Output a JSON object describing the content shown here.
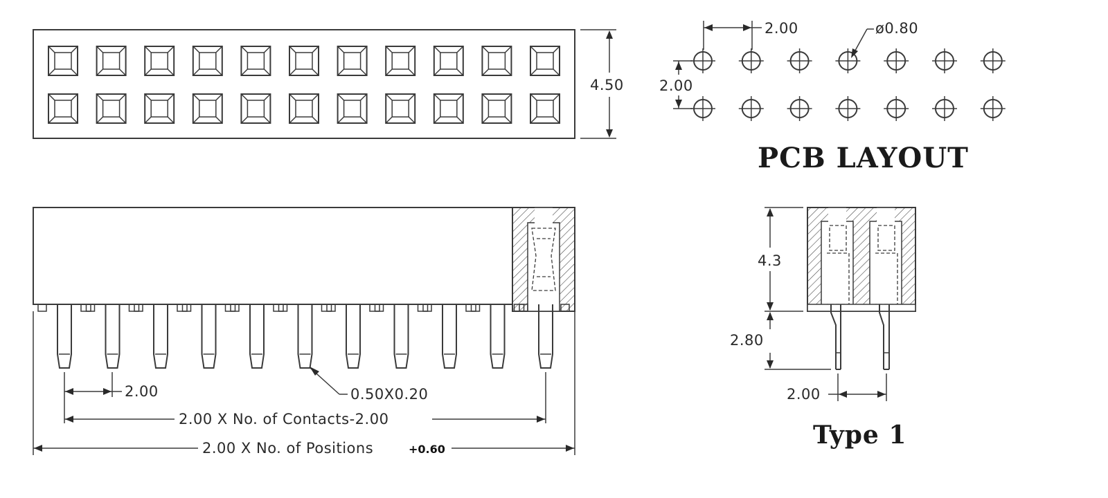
{
  "top_view": {
    "width_dim": "4.50",
    "cavity_rows": 2,
    "cavity_cols": 11
  },
  "pcb_layout": {
    "title": "PCB LAYOUT",
    "pitch_x": "2.00",
    "pitch_y": "2.00",
    "hole_dia": "ø0.80",
    "hole_rows": 2,
    "hole_cols": 7
  },
  "front_view": {
    "pitch": "2.00",
    "pin_size": "0.50X0.20",
    "contacts_formula": "2.00 X No. of Contacts-2.00",
    "positions_formula": "2.00 X No. of Positions",
    "positions_tolerance": "+0.60",
    "pin_count": 11
  },
  "side_view": {
    "title": "Type 1",
    "height_dim": "4.3",
    "tail_dim": "2.80",
    "pitch": "2.00"
  }
}
